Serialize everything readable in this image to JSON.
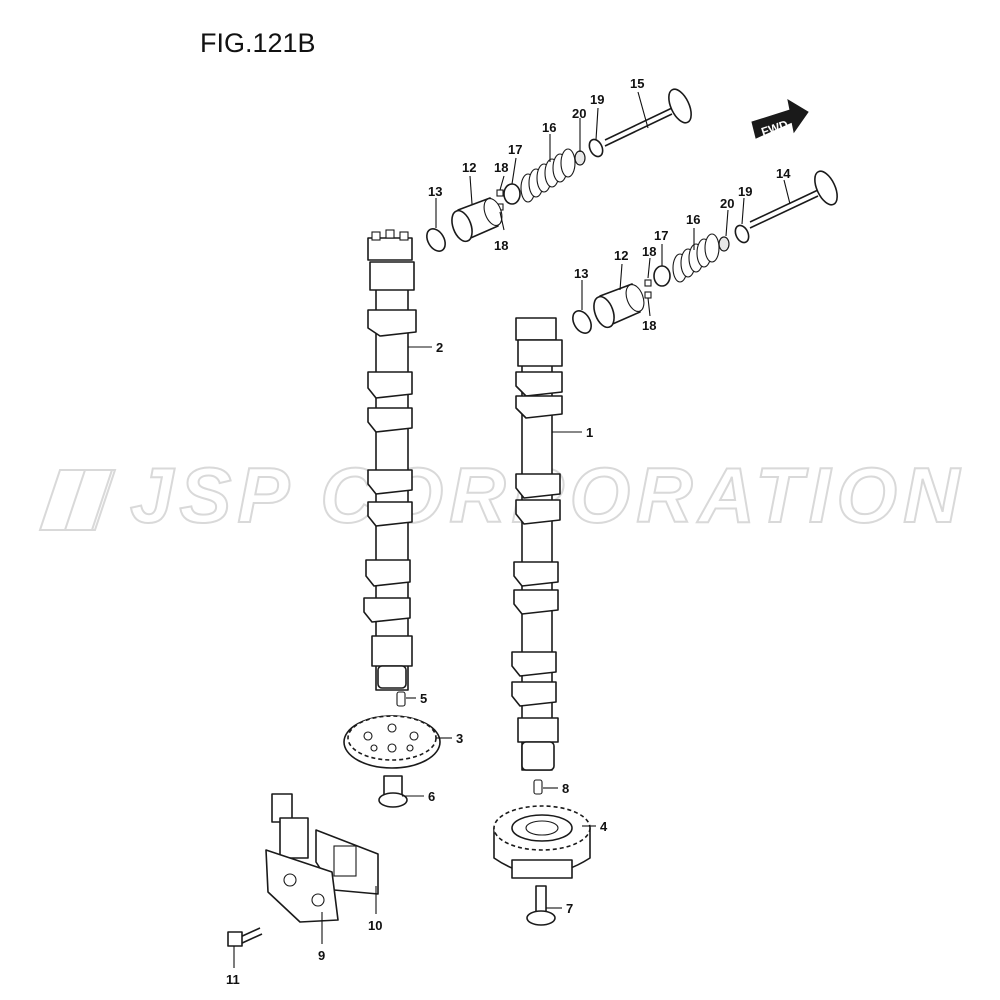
{
  "figure": {
    "title": "FIG.121B"
  },
  "watermark": {
    "text": "JSP CORPORATION"
  },
  "fwd_arrow": {
    "label": "FWD"
  },
  "callouts": {
    "c15": "15",
    "c19a": "19",
    "c20a": "20",
    "c16a": "16",
    "c17a": "17",
    "c18a_top": "18",
    "c12a": "12",
    "c13a": "13",
    "c18a_bot": "18",
    "c14": "14",
    "c19b": "19",
    "c20b": "20",
    "c16b": "16",
    "c17b": "17",
    "c18b_top": "18",
    "c12b": "12",
    "c13b": "13",
    "c18b_bot": "18",
    "c2": "2",
    "c1": "1",
    "c5": "5",
    "c3": "3",
    "c6": "6",
    "c8": "8",
    "c4": "4",
    "c7": "7",
    "c10": "10",
    "c9": "9",
    "c11": "11"
  },
  "colors": {
    "line": "#1a1a1a",
    "watermark": "#d9d9d9",
    "fwd_fill": "#1a1a1a"
  }
}
